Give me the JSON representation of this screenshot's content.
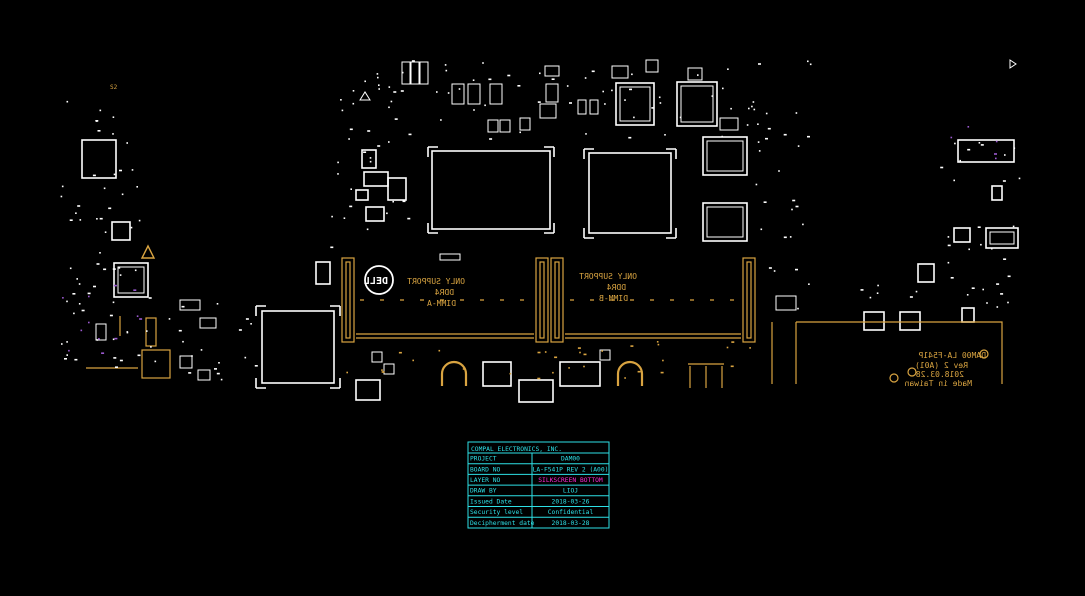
{
  "colors": {
    "background": "#000000",
    "silkscreen": "#ffffff",
    "outline_gold": "#d9a441",
    "titleblock_cyan": "#2ee0e6",
    "highlight_magenta": "#ff2bd6",
    "dot_purple": "#9b59d0"
  },
  "board_labels": {
    "s2_label": "S2",
    "dimm_a": {
      "line1": "ONLY SUPPORT",
      "line2": "DDR4",
      "line3": "DIMM-A"
    },
    "dimm_b": {
      "line1": "ONLY SUPPORT",
      "line2": "DDR4",
      "line3": "DIMM-B"
    },
    "dell_logo": "DELL",
    "board_id": {
      "line1": "DAM00 LA-F541P",
      "line2": "Rev 2 (A01)",
      "line3": "2018.03.28",
      "line4": "Made in Taiwan"
    }
  },
  "title_block": {
    "company": "COMPAL ELECTRONICS, INC.",
    "rows": [
      {
        "label": "PROJECT",
        "value": "DAM00"
      },
      {
        "label": "BOARD NO",
        "value": "LA-F541P REV 2 (A00)"
      },
      {
        "label": "LAYER NO",
        "value": "SILKSCREEN BOTTOM"
      },
      {
        "label": "DRAW BY",
        "value": "LIOJ"
      },
      {
        "label": "Issued Date",
        "value": "2018-03-26"
      },
      {
        "label": "Security level",
        "value": "Confidential"
      },
      {
        "label": "Decipherment date",
        "value": "2018-03-28"
      }
    ]
  }
}
